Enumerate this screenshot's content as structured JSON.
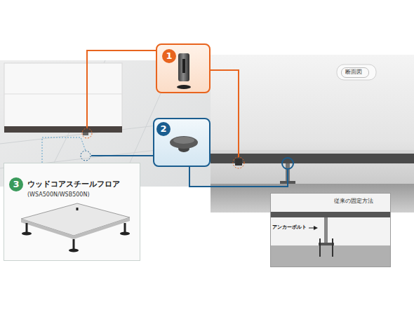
{
  "diagram": {
    "nodes": [
      {
        "text": [
          "1"
        ]
      },
      {
        "text": [
          "2"
        ]
      },
      {
        "text": [
          "3",
          "ウッドコアスチールフロア",
          "(WSA500N/WSB500N)"
        ]
      },
      {
        "text": [
          "断面図"
        ]
      },
      {
        "text": [
          "従来の固定方法"
        ]
      }
    ],
    "labels": [
      "アンカーボルト"
    ]
  }
}
